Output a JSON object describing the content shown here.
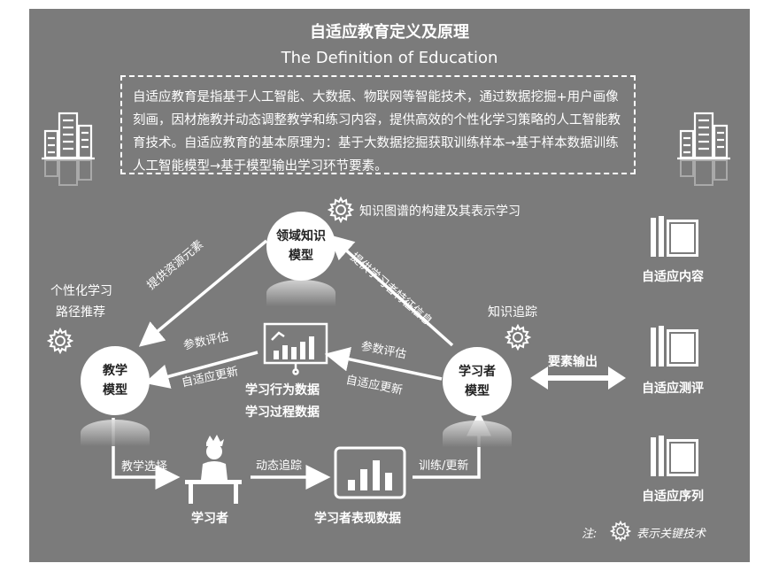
{
  "title_cn": "自适应教育定义及原理",
  "title_en": "The Definition of Education",
  "definition": "自适应教育是指基于人工智能、大数据、物联网等智能技术，通过数据挖掘+用户画像刻画，因材施教并动态调整教学和练习内容，提供高效的个性化学习策略的人工智能教育技术。自适应教育的基本原理为：基于大数据挖掘获取训练样本→基于样本数据训练人工智能模型→基于模型输出学习环节要素。",
  "knowledge_graph_label": "知识图谱的构建及其表示学习",
  "domain_model": {
    "line1": "领域知识",
    "line2": "模型"
  },
  "teaching_model": {
    "line1": "教学",
    "line2": "模型"
  },
  "learner_model": {
    "line1": "学习者",
    "line2": "模型"
  },
  "personalized_path": {
    "line1": "个性化学习",
    "line2": "路径推荐"
  },
  "knowledge_tracing": "知识追踪",
  "provide_resources": "提供资源元素",
  "provide_learner_info": "提供学习者特征信息",
  "param_eval_left": "参数评估",
  "adaptive_update_left": "自适应更新",
  "param_eval_right": "参数评估",
  "adaptive_update_right": "自适应更新",
  "behavior_data": {
    "line1": "学习行为数据",
    "line2": "学习过程数据"
  },
  "teaching_select": "教学选择",
  "dynamic_tracking": "动态追踪",
  "train_update": "训练/更新",
  "learner": "学习者",
  "performance_data": "学习者表现数据",
  "element_output": "要素输出",
  "outputs": [
    "自适应内容",
    "自适应测评",
    "自适应序列"
  ],
  "note_prefix": "注:",
  "note_text": "表示关键技术",
  "colors": {
    "panel": "#7b7b7b",
    "white": "#ffffff",
    "node_text": "#222222"
  },
  "icons": [
    "building-icon",
    "gear-icon",
    "book-stack-icon",
    "presentation-chart-icon",
    "bar-chart-icon",
    "learner-at-desk-icon"
  ]
}
